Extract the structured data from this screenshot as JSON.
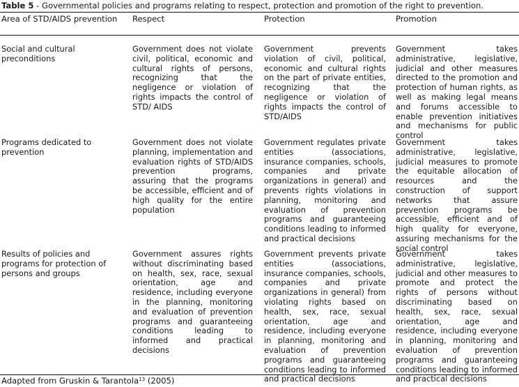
{
  "caption": {
    "label": "Table 5",
    "text": " - Governmental policies and programs relating to respect, protection and promotion of the right to prevention."
  },
  "table": {
    "headers": [
      "Area of STD/AIDS prevention",
      "Respect",
      "Protection",
      "Promotion"
    ],
    "rows": [
      {
        "area": "Social and cultural preconditions",
        "respect": "Government does not violate civil, political, economic and cultural rights of persons, recognizing that the negligence or violation of rights impacts the control of STD/ AIDS",
        "protection": "Government prevents violation of civil, political, economic and cultural rights on the part of private entities, recognizing that the negligence or violation of rights impacts the control of STD/AIDS",
        "promotion": "Government takes administrative, legislative, judicial and other measures directed to the promotion and protection of human rights, as well as making legal means and forums accessible to enable prevention initiatives and mechanisms for public control"
      },
      {
        "area": "Programs dedicated to prevention",
        "respect": "Government does not violate planning, implementation and evaluation rights of STD/AIDS prevention programs, assuring that the programs be accessible, efficient and of high quality for the entire population",
        "protection": "Government regulates private entities (associations, insurance companies, schools, companies and private organizations in general) and prevents rights violations in planning, monitoring and evaluation of prevention programs and guaranteeing conditions leading to informed and practical decisions",
        "promotion": "Government takes administrative, legislative, judicial measures to promote the equitable allocation of resources and the construction of support networks that assure prevention programs be accessible, efficient and of high quality for everyone, assuring mechanisms for the social control"
      },
      {
        "area": "Results of policies and programs for protection of persons and groups",
        "respect": "Government assures rights without discriminating based on health, sex, race, sexual orientation, age and residence, including everyone in the planning, monitoring and evaluation of prevention programs and guaranteeing conditions leading to informed and practical decisions",
        "protection": "Government prevents private entities (associations, insurance companies, schools, companies and private organizations in general) from violating rights based on health, sex, race, sexual orientation, age and residence, including everyone in planning, monitoring and evaluation of prevention programs and guaranteeing conditions leading to informed and practical decisions",
        "promotion": "Government takes administrative, legislative, judicial and other measures to promote and protect the rights of persons without discriminating based on health, sex, race, sexual orientation, age and residence, including everyone in planning, monitoring and evaluation of prevention programs and guaranteeing conditions leading to informed and practical decisions"
      }
    ]
  },
  "source": {
    "text": "Adapted from Gruskin & Tarantola",
    "ref": "13",
    "year": " (2005)"
  }
}
